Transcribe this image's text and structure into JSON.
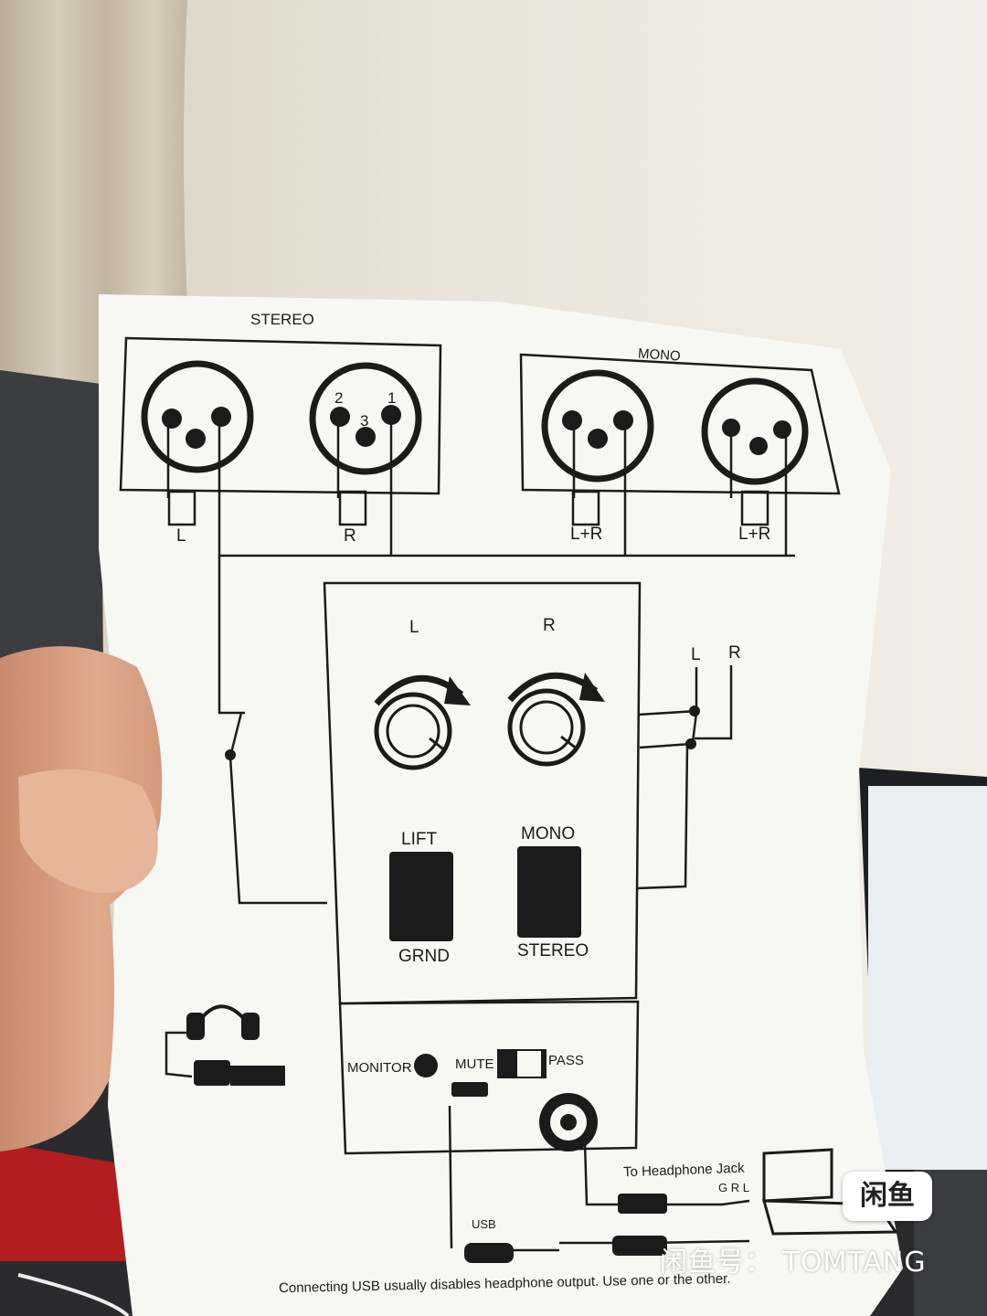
{
  "diagram": {
    "stereo_label": "STEREO",
    "mono_label": "MONO",
    "xlr_pin_1": "1",
    "xlr_pin_2": "2",
    "xlr_pin_3": "3",
    "channel_left": "L",
    "channel_right": "R",
    "channel_mono": "L+R",
    "knob_left_label": "L",
    "knob_right_label": "R",
    "switch_lift_top": "LIFT",
    "switch_lift_bottom": "GRND",
    "switch_mode_top": "MONO",
    "switch_mode_bottom": "STEREO",
    "side_left_label": "L",
    "side_right_label": "R",
    "monitor_label": "MONITOR",
    "mute_label": "MUTE",
    "pass_label": "PASS",
    "usb_label": "USB",
    "headphone_jack_label": "To Headphone Jack",
    "grl_label": "G R L",
    "footer_note": "Connecting USB usually disables headphone output.  Use one or the other."
  },
  "watermark": {
    "logo_text": "闲鱼",
    "text": "闲鱼号： TOMTANG"
  },
  "colors": {
    "wall": "#e9e3d6",
    "curtain": "#cfc4b0",
    "paper": "#f7f7f4",
    "ink": "#1b1b1b",
    "skin": "#d9a082"
  }
}
